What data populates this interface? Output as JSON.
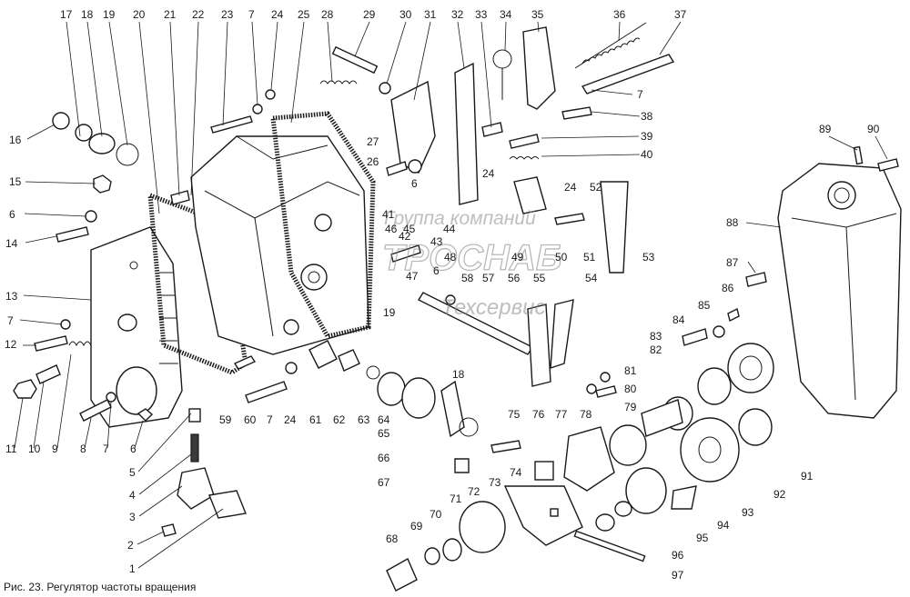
{
  "labels": [
    "1",
    "2",
    "3",
    "4",
    "5",
    "6",
    "7",
    "8",
    "9",
    "10",
    "11",
    "12",
    "13",
    "14",
    "15",
    "16",
    "17",
    "18",
    "19",
    "20",
    "21",
    "22",
    "23",
    "24",
    "25",
    "26",
    "27",
    "28",
    "29",
    "30",
    "31",
    "32",
    "33",
    "34",
    "35",
    "36",
    "37",
    "38",
    "39",
    "40",
    "41",
    "42",
    "43",
    "44",
    "45",
    "46",
    "47",
    "48",
    "49",
    "50",
    "51",
    "52",
    "53",
    "54",
    "55",
    "56",
    "57",
    "58",
    "59",
    "60",
    "61",
    "62",
    "63",
    "64",
    "65",
    "66",
    "67",
    "68",
    "69",
    "70",
    "71",
    "72",
    "73",
    "74",
    "75",
    "76",
    "77",
    "78",
    "79",
    "80",
    "81",
    "82",
    "83",
    "84",
    "85",
    "86",
    "87",
    "88",
    "89",
    "90",
    "91",
    "92",
    "93",
    "94",
    "95",
    "96",
    "97"
  ],
  "repeat_labels": {
    "six": "6",
    "seven": "7",
    "eighteen": "18",
    "twenty_four": "24"
  },
  "caption": "Рис. 23. Регулятор частоты вращения",
  "watermark": {
    "line1": "Группа компаний",
    "logo": "ТРОСНАБ",
    "line2": "Техсервис"
  }
}
